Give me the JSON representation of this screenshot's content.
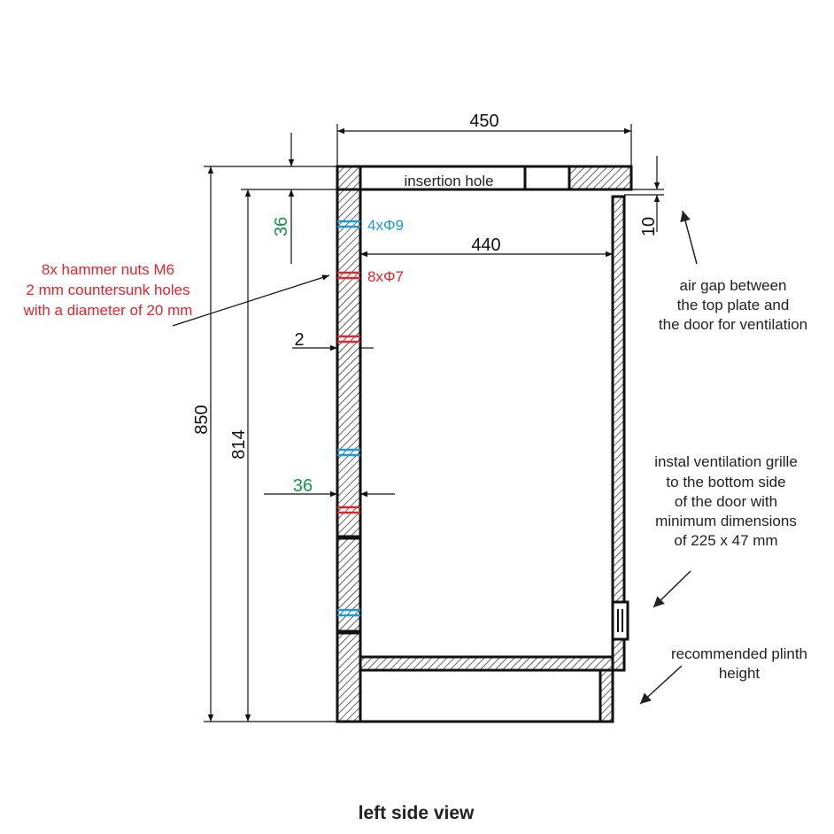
{
  "colors": {
    "red": "#e0262e",
    "blue": "#1a9ad6",
    "green": "#17964a",
    "line": "#111111"
  },
  "labels": {
    "insertion_hole": "insertion hole",
    "holes_blue": "4xΦ9",
    "holes_red": "8xΦ7",
    "red_note": [
      "8x hammer nuts M6",
      "2 mm countersunk holes",
      "with a diameter of 20 mm"
    ],
    "air_gap_note": [
      "air gap between",
      "the top plate and",
      "the door for ventilation"
    ],
    "grille_note": [
      "instal ventilation grille",
      "to the bottom side",
      "of the door with",
      "minimum dimensions",
      "of 225 x 47 mm"
    ],
    "plinth_note": [
      "recommended plinth",
      "height"
    ],
    "caption": "left side view"
  },
  "dimensions": {
    "width_total": "450",
    "width_inner": "440",
    "height_total": "850",
    "height_inner": "814",
    "top_thickness": "36",
    "air_gap": "10",
    "countersink": "2",
    "side_thickness": "36"
  }
}
